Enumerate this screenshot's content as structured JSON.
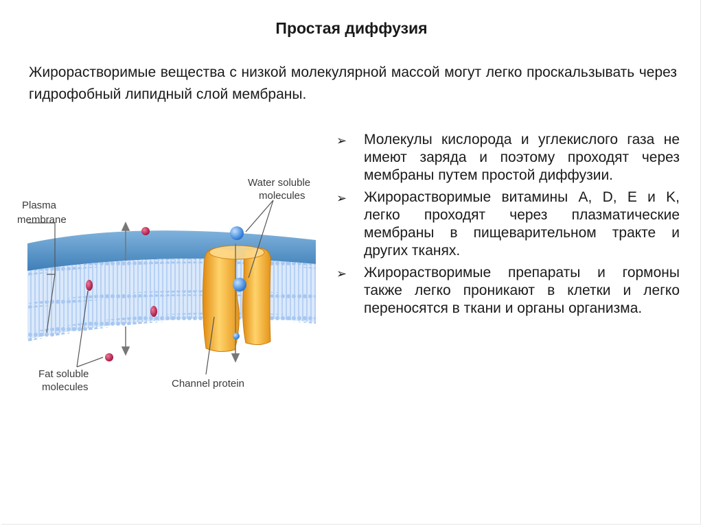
{
  "slide": {
    "title": "Простая диффузия",
    "intro": "Жирорастворимые вещества с низкой молекулярной массой могут легко проскальзывать через гидрофобный липидный слой мембраны."
  },
  "bullets": [
    {
      "marker": "arrow-bullet-icon",
      "text": "Молекулы кислорода и углекислого газа не имеют заряда и поэтому проходят через мембраны путем простой диффузии."
    },
    {
      "marker": "arrow-bullet-icon",
      "text": "Жирорастворимые витамины A, D, E и K, легко проходят через плазматические мембраны в пищеварительном тракте и других тканях."
    },
    {
      "marker": "arrow-bullet-icon",
      "text": "Жирорастворимые препараты и гормоны также легко проникают в клетки и легко переносятся в ткани и органы организма."
    }
  ],
  "diagram": {
    "labels": {
      "plasma_1": "Plasma",
      "plasma_2": "membrane",
      "water_1": "Water soluble",
      "water_2": "molecules",
      "fat_1": "Fat soluble",
      "fat_2": "molecules",
      "channel": "Channel protein"
    },
    "colors": {
      "membrane_top": "#4f8fc4",
      "membrane_heads": "#8fb7e8",
      "channel_protein": "#f2a92e",
      "fat_molecule": "#c0184a",
      "water_molecule": "#2a7fdc"
    }
  }
}
